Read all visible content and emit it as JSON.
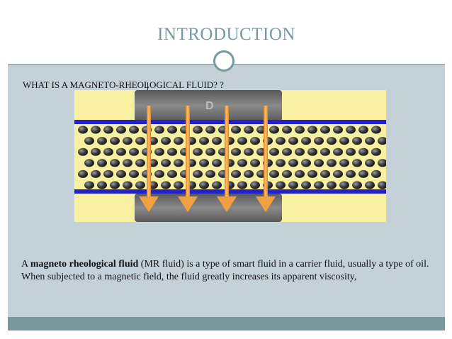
{
  "slide": {
    "title": "INTRODUCTION",
    "question": "WHAT IS A MAGNETO-RHEOLOGICAL FLUID? ?",
    "body_term": "magneto rheological fluid",
    "body_prefix": "A ",
    "body_rest": " (MR fluid) is a type of smart fluid in a carrier fluid, usually a type of oil. When subjected to a magnetic field, the fluid greatly increases its apparent viscosity,"
  },
  "diagram": {
    "magnet_label": "D",
    "colors": {
      "fluid_background": "#f6f0a0",
      "channel_lines": "#2222c8",
      "particles": "#333333",
      "magnet": "#6f6f6f",
      "field_arrows": "#f0a040"
    },
    "field_arrow_count": 4
  },
  "colors": {
    "title": "#76999d",
    "content_background": "#c5d1d8",
    "footer": "#76999d"
  }
}
